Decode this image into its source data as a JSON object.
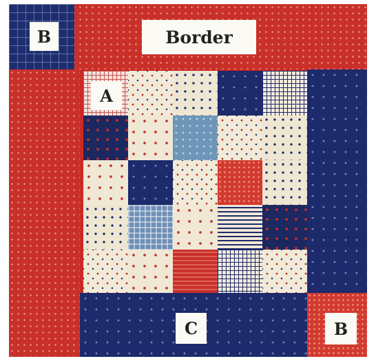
{
  "labels": {
    "border": "Border",
    "a": "A",
    "b_top_left": "B",
    "b_bottom_right": "B",
    "c": "C"
  }
}
